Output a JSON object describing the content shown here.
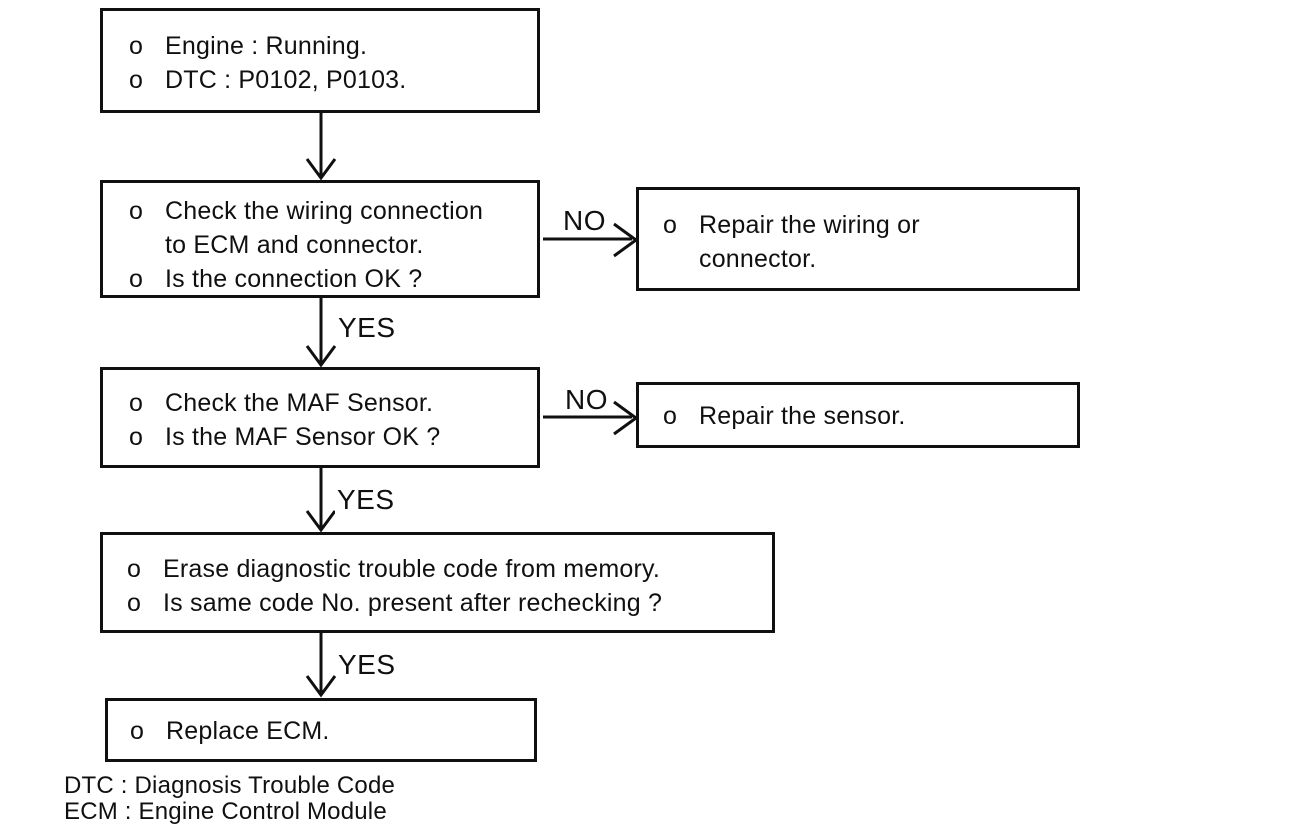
{
  "colors": {
    "ink": "#101010",
    "paper": "#ffffff"
  },
  "flow": {
    "bullet": "o",
    "start": {
      "line1": "Engine : Running.",
      "line2": "DTC : P0102, P0103."
    },
    "check_wiring": {
      "line1": "Check the wiring connection to ECM and connector.",
      "line2": "Is the connection OK ?"
    },
    "repair_wiring": {
      "line1": "Repair the wiring or connector."
    },
    "check_maf": {
      "line1": "Check the MAF Sensor.",
      "line2": "Is the MAF Sensor OK ?"
    },
    "repair_sensor": {
      "line1": "Repair the sensor."
    },
    "erase_code": {
      "line1": "Erase diagnostic trouble code from memory.",
      "line2": "Is same code No. present after rechecking ?"
    },
    "replace_ecm": {
      "line1": "Replace ECM."
    },
    "labels": {
      "yes": "YES",
      "no": "NO"
    },
    "legend": {
      "line1": "DTC : Diagnosis Trouble Code",
      "line2": "ECM : Engine Control Module"
    }
  }
}
